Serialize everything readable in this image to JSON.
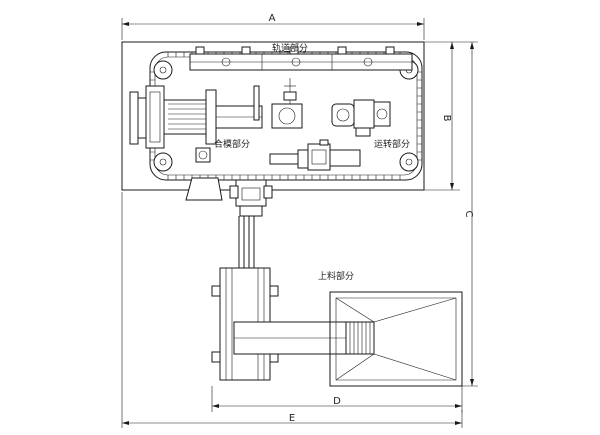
{
  "dimensions": {
    "a": "A",
    "b": "B",
    "c": "C",
    "d": "D",
    "e": "E"
  },
  "sections": {
    "track": "轨道部分",
    "mold_closing": "合模部分",
    "transfer": "运转部分",
    "loading": "上料部分"
  }
}
